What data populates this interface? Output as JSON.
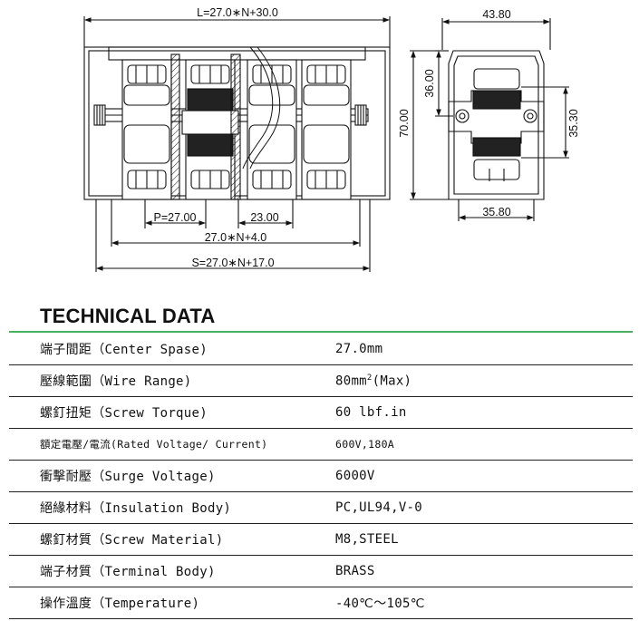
{
  "drawing": {
    "dim_length": "L=27.0∗N+30.0",
    "dim_width_top": "43.80",
    "dim_height_36": "36.00",
    "dim_height_70": "70.00",
    "dim_height_35": "35.30",
    "dim_width_bottom": "35.80",
    "dim_pitch": "P=27.00",
    "dim_23": "23.00",
    "dim_mount": "27.0∗N+4.0",
    "dim_span": "S=27.0∗N+17.0"
  },
  "section_title": "TECHNICAL DATA",
  "specs": [
    {
      "label": "端子間距（Center Spase)",
      "value": "27.0mm"
    },
    {
      "label": "壓線範圍（Wire Range)",
      "value": "80mm",
      "value_sup": "2",
      "value_suffix": "(Max)"
    },
    {
      "label": "螺釘扭矩（Screw Torque)",
      "value": "60 lbf.in"
    },
    {
      "label": "額定電壓/電流(Rated Voltage/ Current)",
      "value": "600V,180A"
    },
    {
      "label": "衝擊耐壓（Surge Voltage)",
      "value": "6000V"
    },
    {
      "label": "絕緣材料（Insulation Body)",
      "value": "PC,UL94,V-0"
    },
    {
      "label": "螺釘材質（Screw Material)",
      "value": "M8,STEEL"
    },
    {
      "label": "端子材質（Terminal Body)",
      "value": "BRASS"
    },
    {
      "label": "操作溫度（Temperature)",
      "value": "-40℃～105℃"
    }
  ]
}
